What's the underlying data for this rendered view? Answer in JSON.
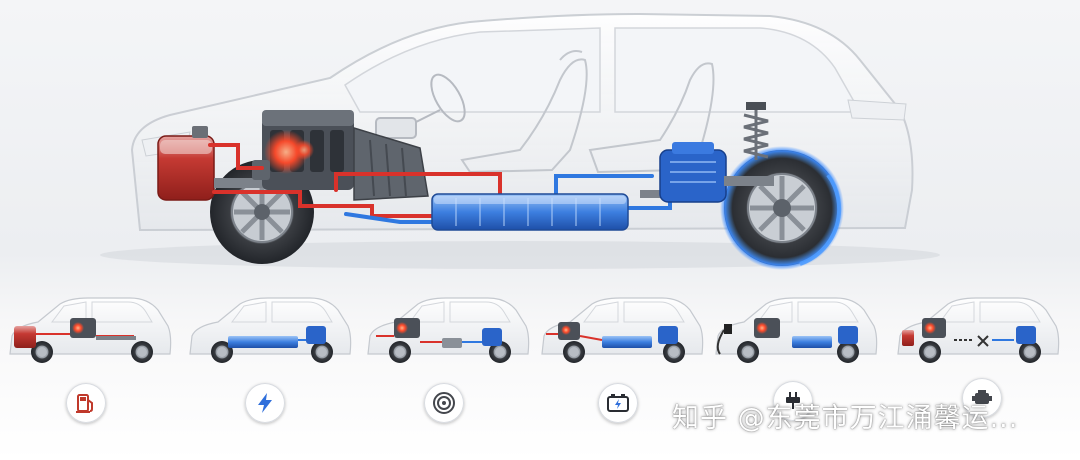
{
  "watermark": {
    "text": "知乎 @东莞市万江涌馨运..."
  },
  "variants": [
    {
      "id": "fuel",
      "icon": "fuel-pump-icon",
      "color": "#c0392b"
    },
    {
      "id": "electric",
      "icon": "lightning-bolt-icon",
      "color": "#2f6fdb"
    },
    {
      "id": "hybrid",
      "icon": "circular-cycle-icon",
      "color": "#44474d"
    },
    {
      "id": "battery",
      "icon": "battery-charge-icon",
      "color": "#2f6fdb"
    },
    {
      "id": "plug-in",
      "icon": "plug-icon",
      "color": "#2f6fdb"
    },
    {
      "id": "range-extender",
      "icon": "engine-icon",
      "color": "#44474d"
    }
  ],
  "colors": {
    "hot": "#d9322b",
    "cool": "#2f78e0",
    "outline": "#c9ccd2"
  }
}
